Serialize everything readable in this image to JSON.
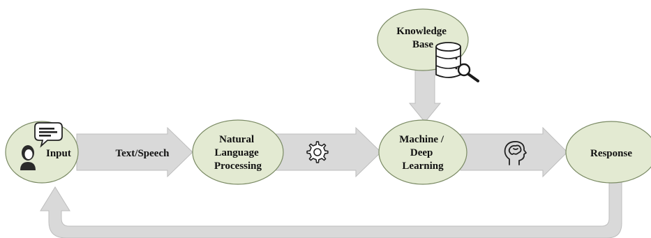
{
  "nodes": {
    "input": {
      "label": "Input",
      "icon": "person-speech-icon"
    },
    "nlp": {
      "lines": [
        "Natural",
        "Language",
        "Processing"
      ]
    },
    "ml": {
      "lines": [
        "Machine /",
        "Deep",
        "Learning"
      ]
    },
    "kb": {
      "lines": [
        "Knowledge",
        "Base"
      ],
      "icon": "database-search-icon"
    },
    "response": {
      "label": "Response"
    }
  },
  "arrows": {
    "text_speech": {
      "label": "Text/Speech"
    },
    "gear": {
      "icon": "gear-icon"
    },
    "head": {
      "icon": "head-brain-icon"
    }
  },
  "colors": {
    "node_fill": "#e3ead2",
    "node_stroke": "#7a8a64",
    "arrow_fill": "#d9d9d9",
    "arrow_stroke": "#bdbdbd",
    "text": "#111111"
  }
}
